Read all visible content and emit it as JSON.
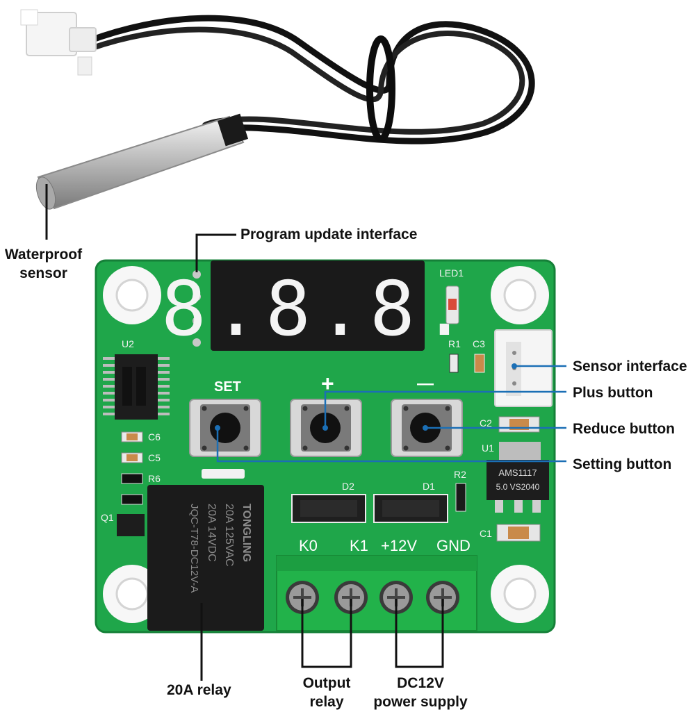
{
  "labels": {
    "waterproof_sensor": [
      "Waterproof",
      "sensor"
    ],
    "program_update_interface": "Program update interface",
    "sensor_interface": "Sensor interface",
    "plus_button": "Plus button",
    "reduce_button": "Reduce button",
    "setting_button": "Setting button",
    "relay_20a": "20A relay",
    "output_relay": [
      "Output",
      "relay"
    ],
    "power_supply": [
      "DC12V",
      "power supply"
    ]
  },
  "board": {
    "set_label": "SET",
    "plus_label": "+",
    "minus_label": "—",
    "display_digits": "8.8.8.",
    "terminals": [
      "K0",
      "K1",
      "+12V",
      "GND"
    ],
    "silkscreen": {
      "led1": "LED1",
      "u2": "U2",
      "r1": "R1",
      "c3": "C3",
      "c2": "C2",
      "u1": "U1",
      "r2": "R2",
      "c1": "C1",
      "d1": "D1",
      "d2": "D2",
      "c6": "C6",
      "c5": "C5",
      "r6": "R6",
      "q1": "Q1"
    },
    "chip_u1": [
      "AMS1117",
      "5.0 VS2040"
    ],
    "relay_text": [
      "TONGLING",
      "20A 125VAC",
      "20A 14VDC",
      "JQC-T78-DC12V-A"
    ],
    "colors": {
      "pcb": "#1fa64a",
      "pcb_dark": "#168a3a",
      "display": "#1a1a1a",
      "segment": "#f4f4f4",
      "terminal_block": "#22b24a",
      "callout_line": "#1b6fb5",
      "probe_metal": "#cfcfcf",
      "cable": "#111111"
    }
  }
}
